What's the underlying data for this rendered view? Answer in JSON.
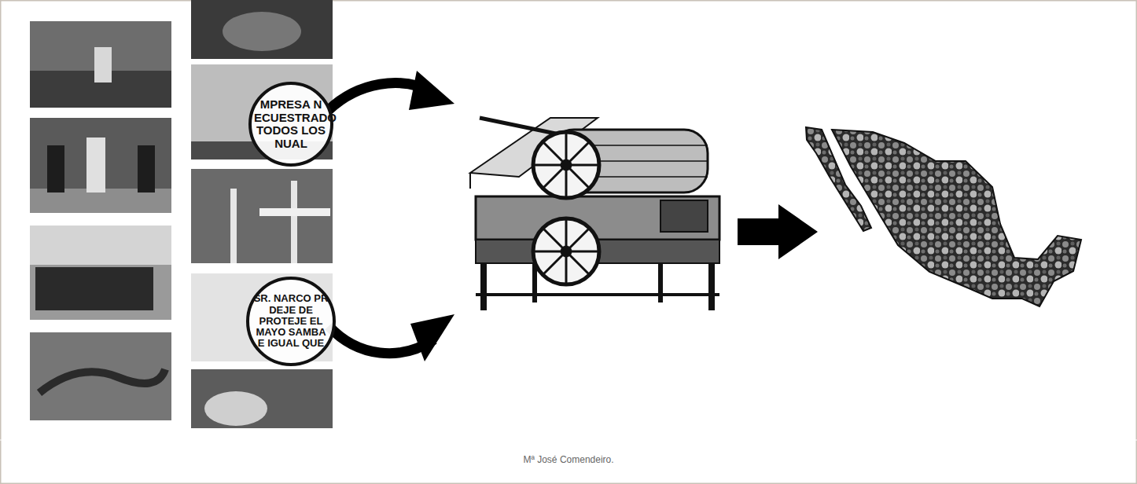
{
  "diagram": {
    "caption": "Mª José Comendeiro.",
    "nodes": [
      {
        "text": [
          "MPRESA N ECUESTRADO TODOS LOS NUAL"
        ]
      },
      {
        "text": [
          "SR. NARCO PR DEJE DE PROTEJE EL MAYO SAMBA E IGUAL QUE"
        ]
      }
    ]
  }
}
